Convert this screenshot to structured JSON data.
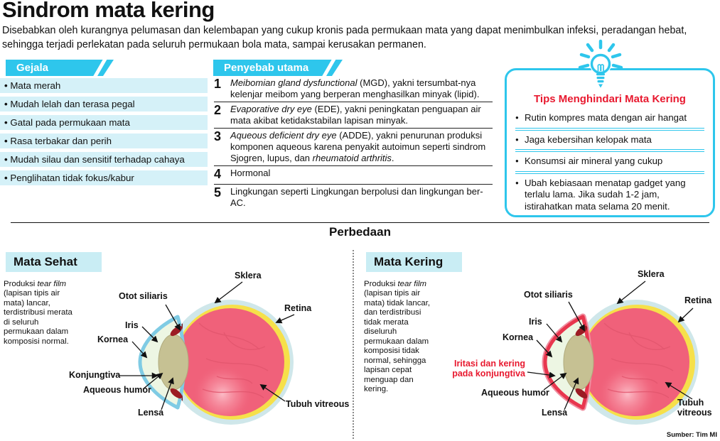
{
  "title": "Sindrom mata kering",
  "intro": "Disebabkan oleh kurangnya pelumasan dan kelembapan yang cukup kronis pada permukaan mata yang dapat menimbulkan infeksi, peradangan hebat, sehingga terjadi perlekatan pada seluruh permukaan bola mata, sampai kerusakan permanen.",
  "symptoms": {
    "header": "Gejala",
    "items": [
      "Mata merah",
      "Mudah lelah dan terasa pegal",
      "Gatal pada permukaan mata",
      "Rasa terbakar dan perih",
      "Mudah silau dan sensitif terhadap cahaya",
      "Penglihatan tidak fokus/kabur"
    ]
  },
  "causes": {
    "header": "Penyebab utama",
    "items": [
      {
        "num": "1",
        "lead_italic": "Meibomian gland dysfunctional",
        "text": " (MGD), yakni tersumbat-nya kelenjar meibom yang berperan menghasilkan minyak (lipid)."
      },
      {
        "num": "2",
        "lead_italic": "Evaporative dry eye",
        "text": " (EDE), yakni peningkatan penguapan air mata akibat ketidakstabilan lapisan minyak."
      },
      {
        "num": "3",
        "lead_italic": "Aqueous deficient dry eye",
        "text": " (ADDE), yakni penurunan produksi komponen aqueous karena penyakit autoimun seperti sindrom Sjogren, lupus, dan ",
        "tail_italic": "rheumatoid arthritis",
        "tail_text": "."
      },
      {
        "num": "4",
        "lead_italic": "",
        "text": "Hormonal"
      },
      {
        "num": "5",
        "lead_italic": "",
        "text": "Lingkungan seperti Lingkungan berpolusi dan lingkungan ber-AC."
      }
    ]
  },
  "tips": {
    "title": "Tips Menghindari Mata Kering",
    "items": [
      "Rutin kompres mata dengan air hangat",
      "Jaga kebersihan kelopak mata",
      "Konsumsi air mineral yang cukup",
      "Ubah kebiasaan menatap gadget yang terlalu lama. Jika sudah 1-2 jam, istirahatkan mata selama 20 menit."
    ]
  },
  "comparison": {
    "heading": "Perbedaan",
    "healthy": {
      "label": "Mata Sehat",
      "desc_pre": "Produksi ",
      "desc_italic": "tear film",
      "desc_post": " (lapisan tipis air mata) lancar, terdistribusi merata di seluruh permukaan dalam komposisi normal.",
      "labels": {
        "sklera": "Sklera",
        "otot_siliaris": "Otot siliaris",
        "iris": "Iris",
        "kornea": "Kornea",
        "konjungtiva": "Konjungtiva",
        "aqueous_humor": "Aqueous humor",
        "lensa": "Lensa",
        "retina": "Retina",
        "tubuh_vitreous": "Tubuh vitreous"
      }
    },
    "dry": {
      "label": "Mata Kering",
      "desc_pre": "Produksi ",
      "desc_italic": "tear film",
      "desc_post": " (lapisan tipis air mata) tidak lancar, dan terdistribusi tidak merata diseluruh permukaan dalam komposisi tidak normal, sehingga lapisan cepat menguap dan kering.",
      "labels": {
        "sklera": "Sklera",
        "otot_siliaris": "Otot siliaris",
        "iris": "Iris",
        "kornea": "Kornea",
        "irritation": "Iritasi dan kering pada konjungtiva",
        "aqueous_humor": "Aqueous humor",
        "lensa": "Lensa",
        "retina": "Retina",
        "tubuh_vitreous": "Tubuh vitreous"
      }
    }
  },
  "source": "Sumber: Tim MI",
  "colors": {
    "accent_cyan": "#2EC6EC",
    "light_cyan": "#D5F1F8",
    "label_cyan": "#C9EDF4",
    "alert_red": "#E8192F",
    "eye_pink": "#F0617A",
    "retina_yellow": "#F6E04A",
    "sclera_blue": "#CFE7EA",
    "lens_olive": "#C6C193",
    "muscle_dark_red": "#7C1318"
  }
}
